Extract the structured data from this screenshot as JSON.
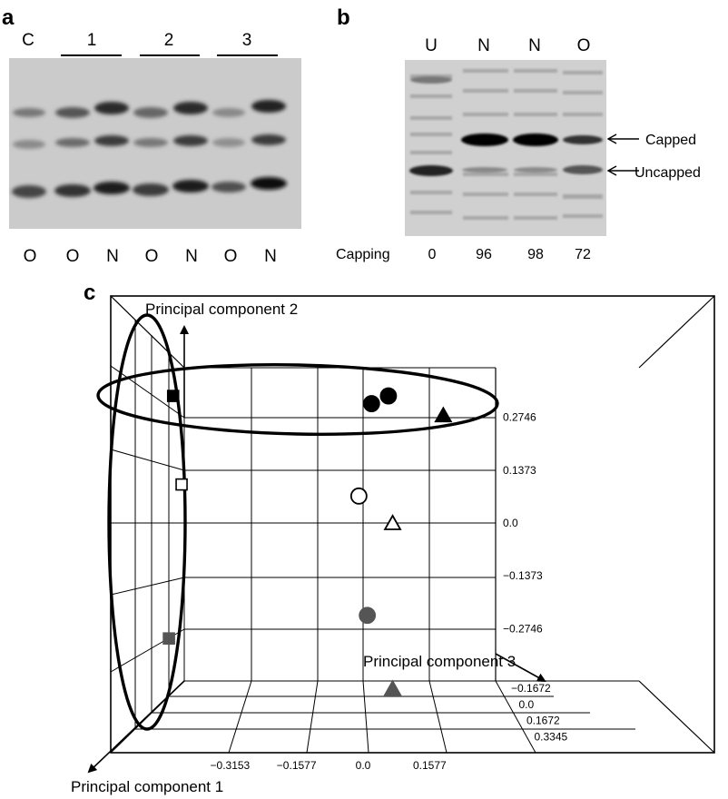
{
  "panel_a": {
    "label": "a",
    "top_labels": [
      "C",
      "1",
      "2",
      "3"
    ],
    "bottom_labels": [
      "O",
      "O",
      "N",
      "O",
      "N",
      "O",
      "N"
    ]
  },
  "panel_b": {
    "label": "b",
    "top_labels": [
      "U",
      "N",
      "N",
      "O"
    ],
    "band_labels": [
      "Capped",
      "Uncapped"
    ],
    "capping_label": "Capping",
    "capping_values": [
      "0",
      "96",
      "98",
      "72"
    ]
  },
  "panel_c": {
    "label": "c",
    "axis_labels": {
      "pc1": "Principal component 1",
      "pc2": "Principal component 2",
      "pc3": "Principal component 3"
    }
  },
  "chart_data": {
    "type": "scatter",
    "title": "",
    "x_label": "Principal component 1",
    "y_label": "Principal component 2",
    "z_label": "Principal component 3",
    "x_ticks": [
      "−0.3153",
      "−0.1577",
      "0.0",
      "0.1577"
    ],
    "y_ticks": [
      "0.2746",
      "0.1373",
      "0.0",
      "−0.1373",
      "−0.2746"
    ],
    "z_ticks": [
      "−0.1672",
      "0.0",
      "0.1672",
      "0.3345"
    ],
    "x_tick_values": [
      -0.3153,
      -0.1577,
      0.0,
      0.1577
    ],
    "y_tick_values": [
      0.2746,
      0.1373,
      0.0,
      -0.1373,
      -0.2746
    ],
    "z_tick_values": [
      -0.1672,
      0.0,
      0.1672,
      0.3345
    ],
    "points": [
      {
        "marker": "square",
        "fill": "#000000",
        "x": -0.45,
        "y": 0.33
      },
      {
        "marker": "square",
        "fill": "none",
        "x": -0.43,
        "y": 0.1
      },
      {
        "marker": "square",
        "fill": "#555555",
        "x": -0.46,
        "y": -0.3
      },
      {
        "marker": "circle",
        "fill": "#000000",
        "x": 0.02,
        "y": 0.31
      },
      {
        "marker": "circle",
        "fill": "#000000",
        "x": 0.06,
        "y": 0.33
      },
      {
        "marker": "circle",
        "fill": "none",
        "x": -0.01,
        "y": 0.07
      },
      {
        "marker": "circle",
        "fill": "#555555",
        "x": 0.01,
        "y": -0.24
      },
      {
        "marker": "triangle",
        "fill": "#000000",
        "x": 0.19,
        "y": 0.28
      },
      {
        "marker": "triangle",
        "fill": "none",
        "x": 0.07,
        "y": 0.0
      },
      {
        "marker": "triangle",
        "fill": "#555555",
        "x": 0.07,
        "y": -0.43
      }
    ],
    "grid": true,
    "ellipses": 2
  }
}
